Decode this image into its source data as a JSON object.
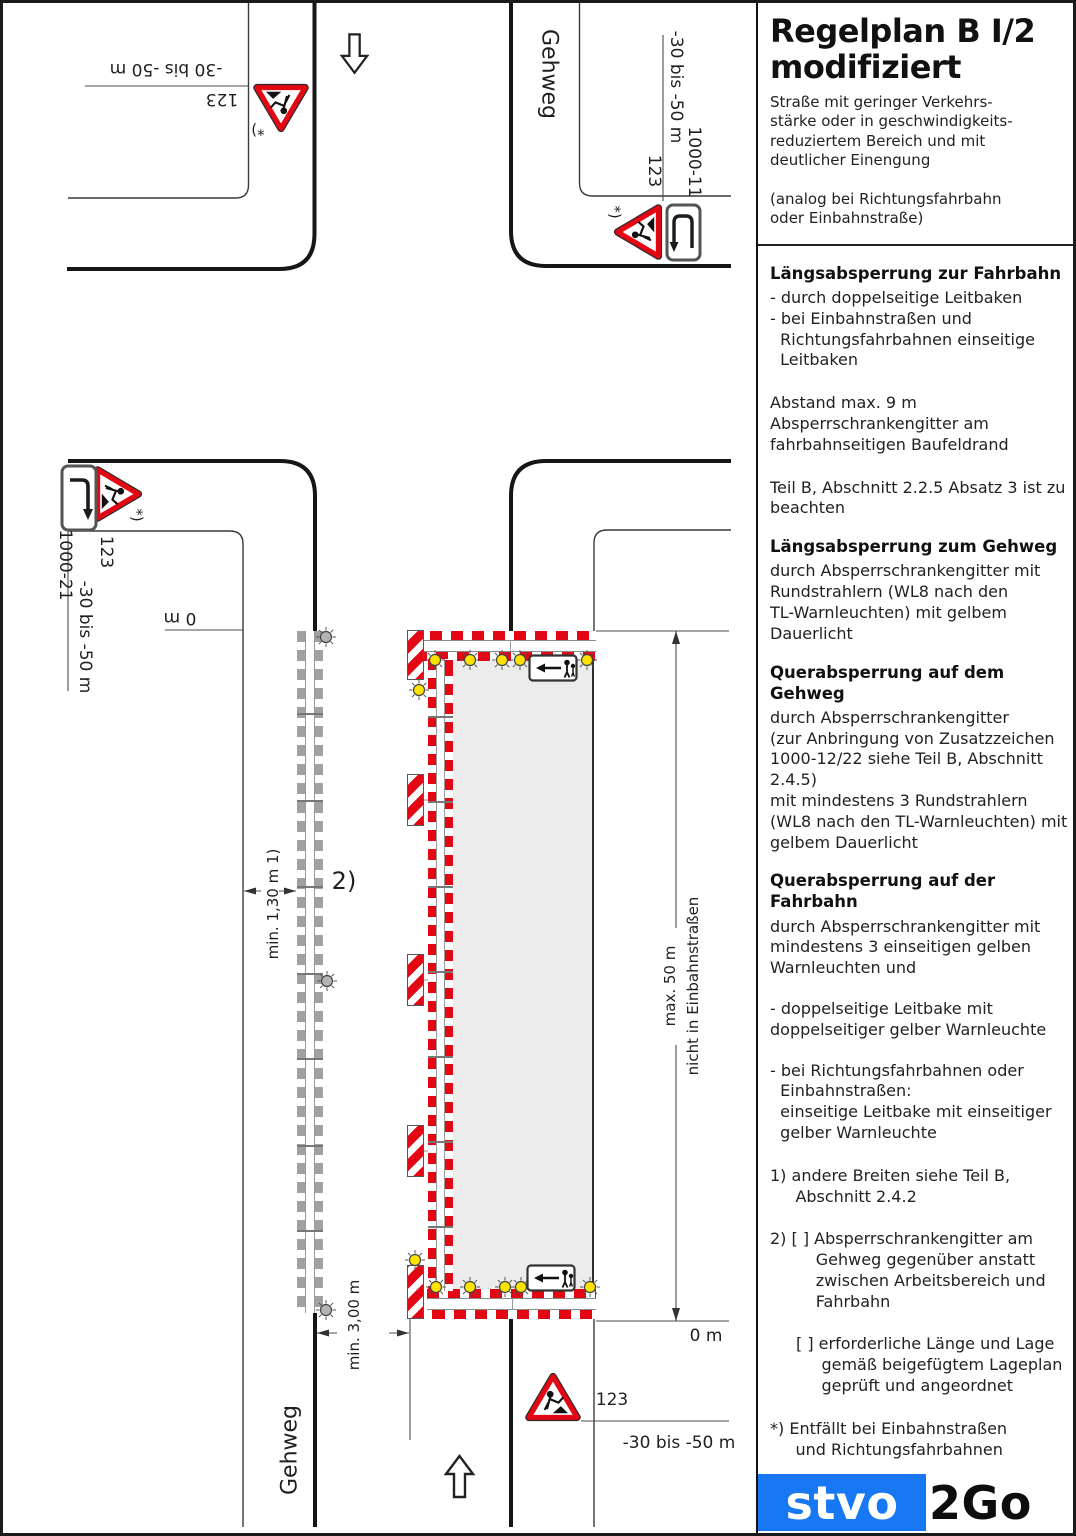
{
  "panel": {
    "title_line1": "Regelplan B I/2",
    "title_line2": "modifiziert",
    "subtitle": "Straße mit geringer Verkehrs-\nstärke oder in geschwindigkeits-\nreduziertem Bereich und mit\ndeutlicher Einengung",
    "analog": "(analog bei Richtungsfahrbahn\noder Einbahnstraße)",
    "sections": [
      {
        "heading": "Längsabsperrung zur Fahrbahn",
        "paras": [
          "- durch doppelseitige Leitbaken\n- bei Einbahnstraßen und\n  Richtungsfahrbahnen einseitige\n  Leitbaken",
          "Abstand max. 9 m\nAbsperrschrankengitter am\nfahrbahnseitigen Baufeldrand",
          "Teil B, Abschnitt 2.2.5 Absatz 3 ist zu\nbeachten"
        ]
      },
      {
        "heading": "Längsabsperrung zum Gehweg",
        "paras": [
          "durch Absperrschrankengitter mit\nRundstrahlern (WL8 nach den\nTL-Warnleuchten) mit gelbem Dauerlicht"
        ]
      },
      {
        "heading": "Querabsperrung auf dem\nGehweg",
        "paras": [
          "durch Absperrschrankengitter\n(zur Anbringung von Zusatzzeichen\n1000-12/22 siehe Teil B, Abschnitt 2.4.5)\nmit mindestens 3 Rundstrahlern\n(WL8 nach den TL-Warnleuchten) mit\ngelbem Dauerlicht"
        ]
      },
      {
        "heading": "Querabsperrung auf der\nFahrbahn",
        "paras": [
          "durch Absperrschrankengitter mit\nmindestens 3 einseitigen gelben\nWarnleuchten und",
          "- doppelseitige Leitbake mit\ndoppelseitiger gelber Warnleuchte",
          "- bei Richtungsfahrbahnen oder\n  Einbahnstraßen:\n  einseitige Leitbake mit einseitiger\n  gelber Warnleuchte"
        ]
      }
    ],
    "notes": [
      "1) andere Breiten siehe Teil B,\n     Abschnitt 2.4.2",
      "2) [ ] Absperrschrankengitter am\n         Gehweg gegenüber anstatt\n         zwischen Arbeitsbereich und\n         Fahrbahn",
      "[ ] erforderliche Länge und Lage\n     gemäß beigefügtem Lageplan\n     geprüft und angeordnet",
      "*) Entfällt bei Einbahnstraßen\n     und Richtungsfahrbahnen"
    ]
  },
  "diagram": {
    "labels": {
      "gehweg_top": "Gehweg",
      "gehweg_bottom": "Gehweg",
      "dist_top_left": "-30 bis -50 m",
      "sign123_top_left": "123",
      "star_top_left": "*)",
      "dist_top_right": "-30 bis -50 m",
      "sign123_top_right": "123",
      "sign1000_11": "1000-11",
      "star_top_right": "*)",
      "sign1000_21": "1000-21",
      "sign123_left": "123",
      "dist_left": "-30 bis -50 m",
      "star_left": "*)",
      "zero_top": "0 m",
      "zero_bottom": "0 m",
      "max50": "max. 50 m",
      "not_oneway": "nicht in Einbahnstraßen",
      "min130": "min. 1,30 m 1)",
      "min300": "min. 3,00 m",
      "footnote2": "2)",
      "sign123_bottom": "123",
      "dist_bottom": "-30 bis -50 m"
    }
  },
  "logo": {
    "stvo": "stvo",
    "go": "2Go"
  },
  "colors": {
    "accent_red": "#e30613",
    "logo_blue": "#1877f2",
    "warn_yellow": "#ffe200",
    "work_area_fill": "#ececec"
  }
}
